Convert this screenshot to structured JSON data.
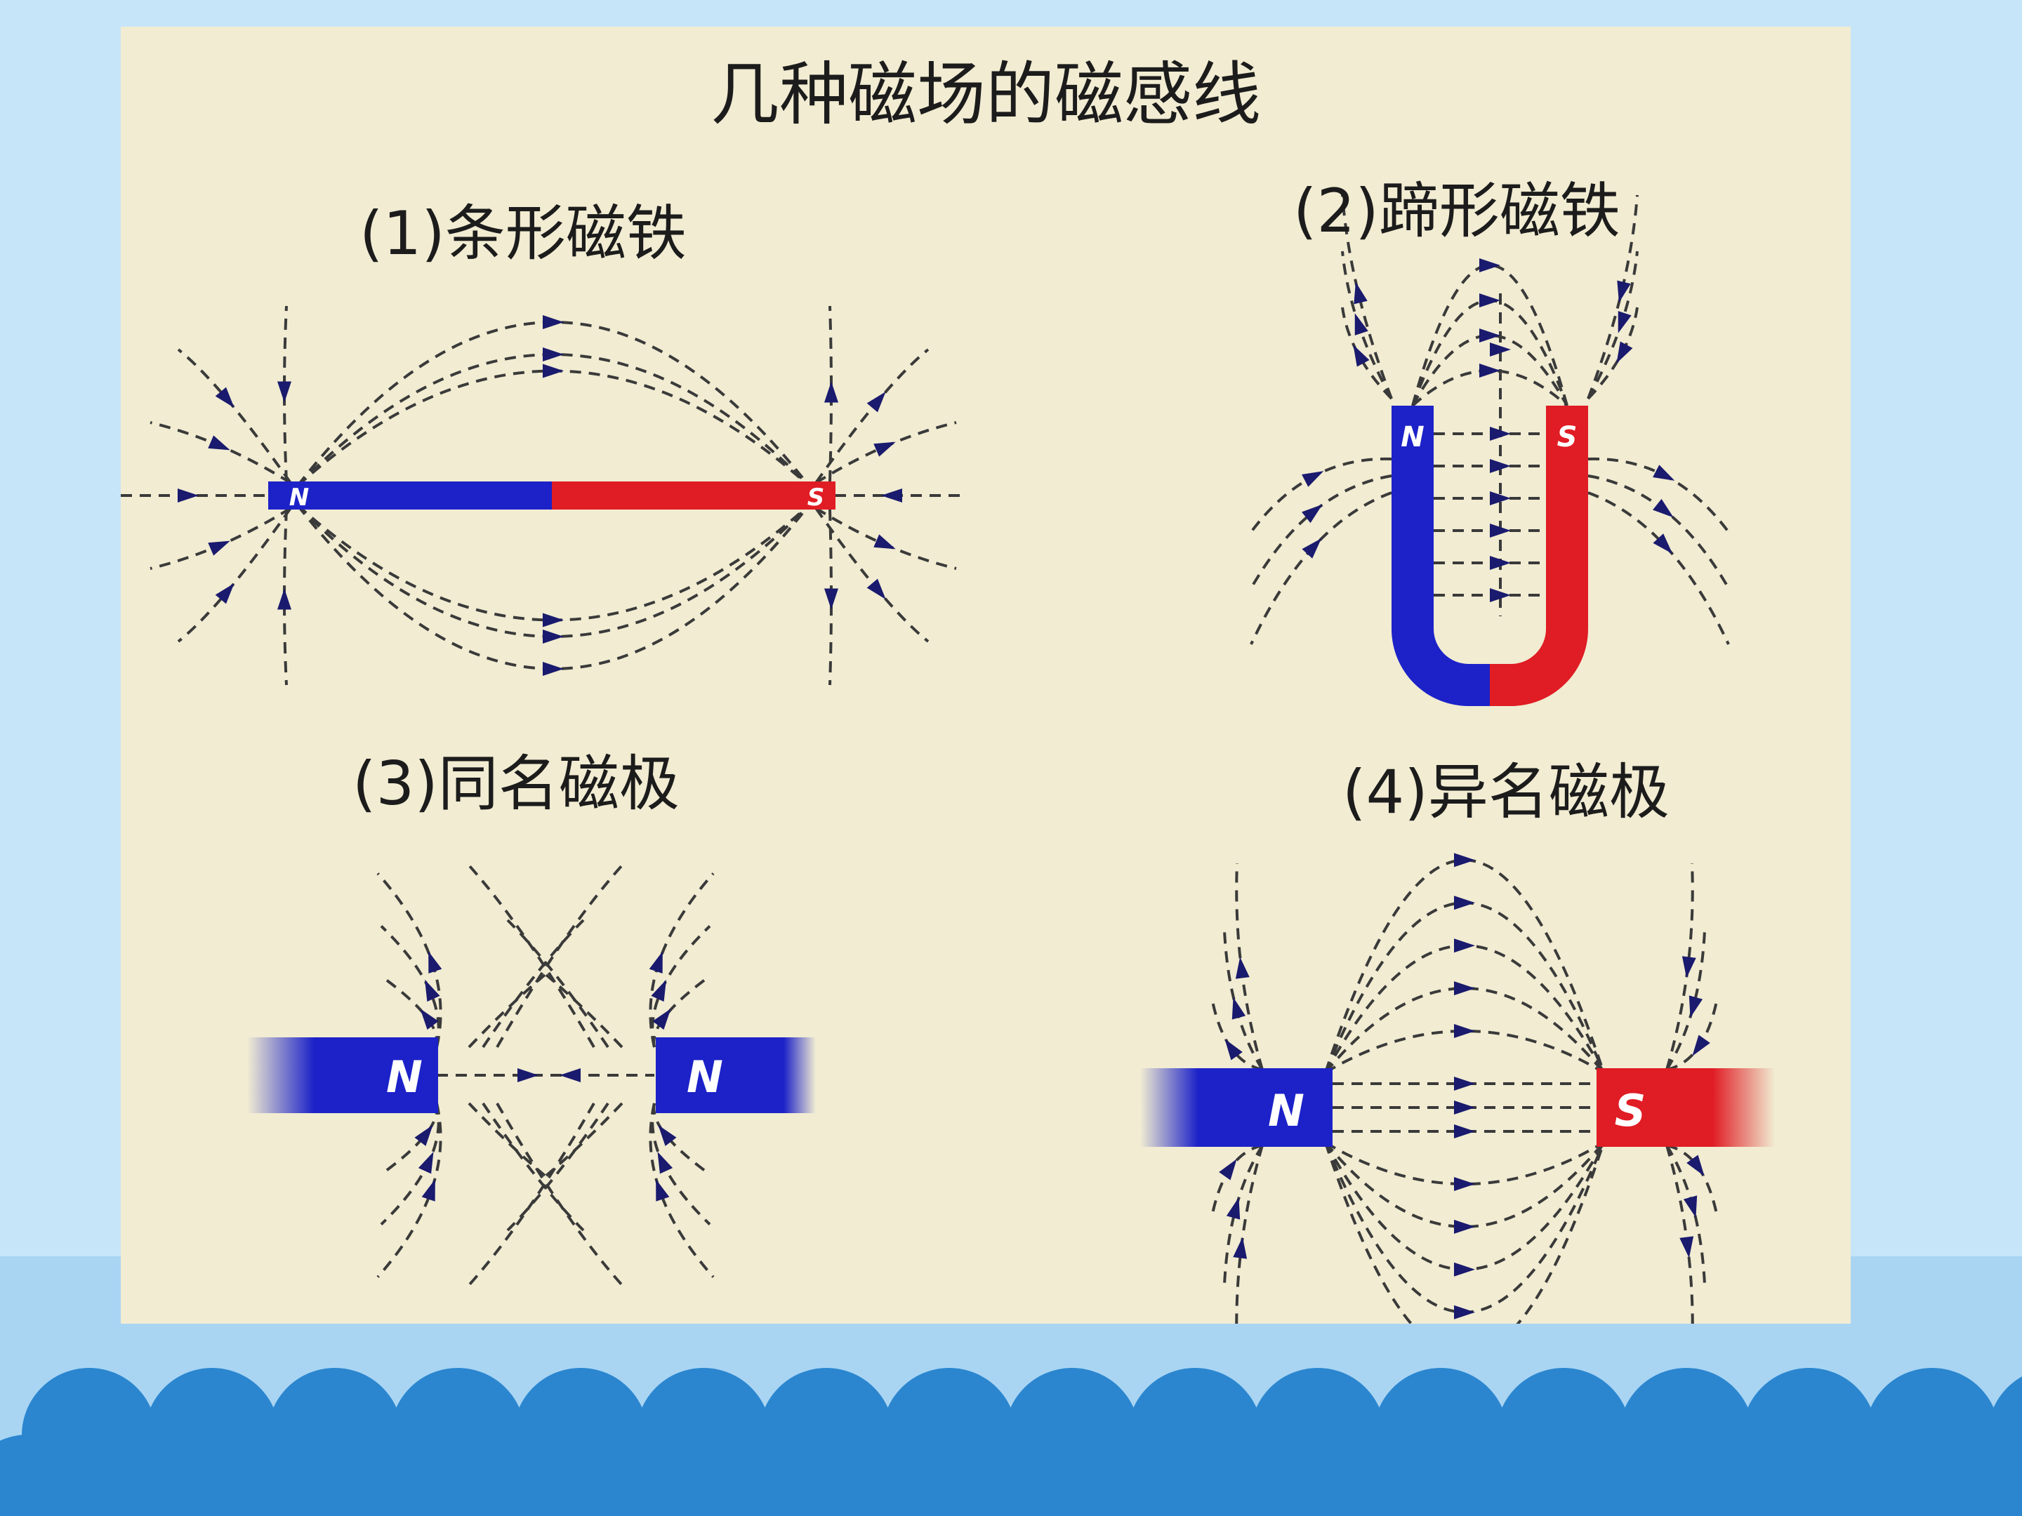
{
  "title": "几种磁场的磁感线",
  "panels": [
    {
      "caption": "(1)条形磁铁",
      "poles": [
        "N",
        "S"
      ]
    },
    {
      "caption": "(2)蹄形磁铁",
      "poles": [
        "N",
        "S"
      ]
    },
    {
      "caption": "(3)同名磁极",
      "poles": [
        "N",
        "N"
      ]
    },
    {
      "caption": "(4)异名磁极",
      "poles": [
        "N",
        "S"
      ]
    }
  ],
  "colors": {
    "north": "#1c22c8",
    "south": "#e01c24",
    "panel": "#f1ecd2",
    "slide_sky": "#c6e5f8",
    "wave_dark": "#2b86cf",
    "wave_light": "#a9d5f3",
    "line": "#3a3a3a",
    "arrow": "#1a1a6e"
  }
}
